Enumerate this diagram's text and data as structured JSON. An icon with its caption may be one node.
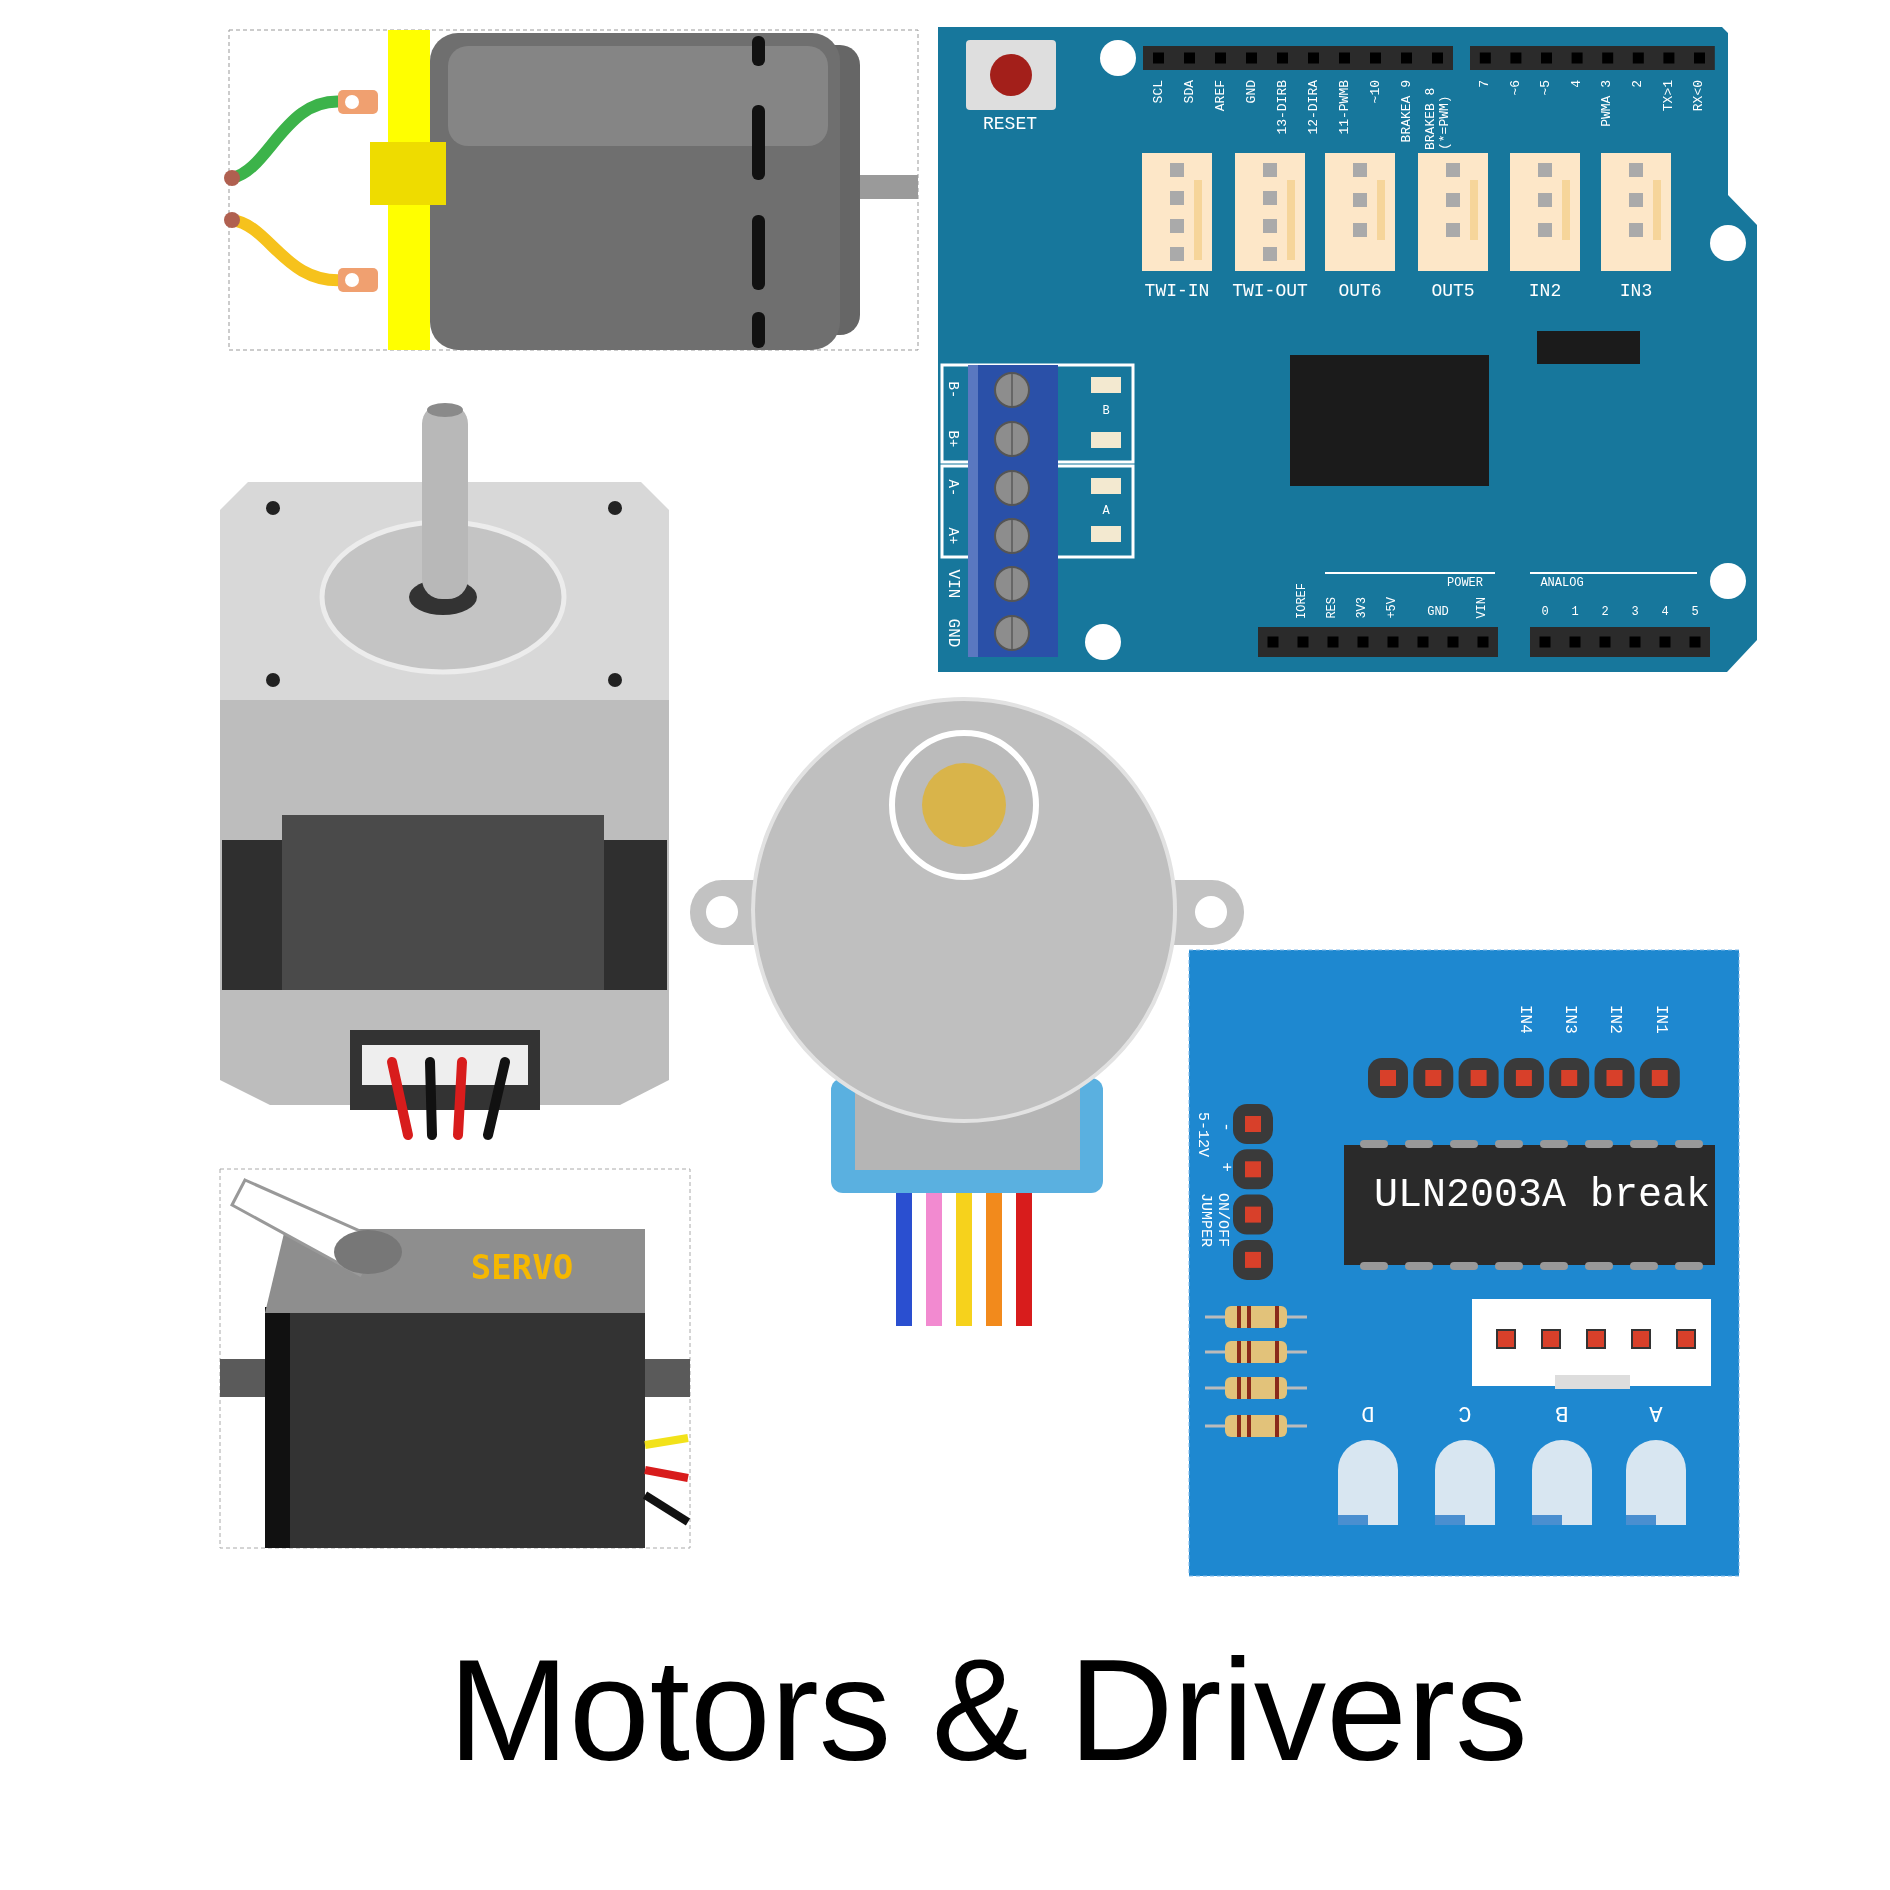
{
  "diagram": {
    "title": "Motors & Drivers",
    "labels": [
      "RESET",
      "SCL",
      "SDA",
      "AREF",
      "GND",
      "13-DIRB",
      "12-DIRA",
      "11-PWMB",
      "~10",
      "BRAKEA 9",
      "BRAKEB 8 (*=PWM)",
      "7",
      "~6",
      "~5",
      "4",
      "PWMA 3",
      "2",
      "TX>1",
      "RX<0",
      "TWI-IN",
      "TWI-OUT",
      "OUT6",
      "OUT5",
      "IN2",
      "IN3",
      "B-",
      "B+",
      "B",
      "A-",
      "A+",
      "A",
      "VIN",
      "GND",
      "POWER",
      "ANALOG",
      "IOREF",
      "RES",
      "3V3",
      "+5V",
      "GND",
      "VIN",
      "0",
      "1",
      "2",
      "3",
      "4",
      "5",
      "SERVO",
      "IN4",
      "IN3",
      "IN2",
      "IN1",
      "-",
      "+",
      "5-12V",
      "ON/OFF JUMPER",
      "ULN2003A break",
      "D",
      "C",
      "B",
      "A"
    ]
  }
}
